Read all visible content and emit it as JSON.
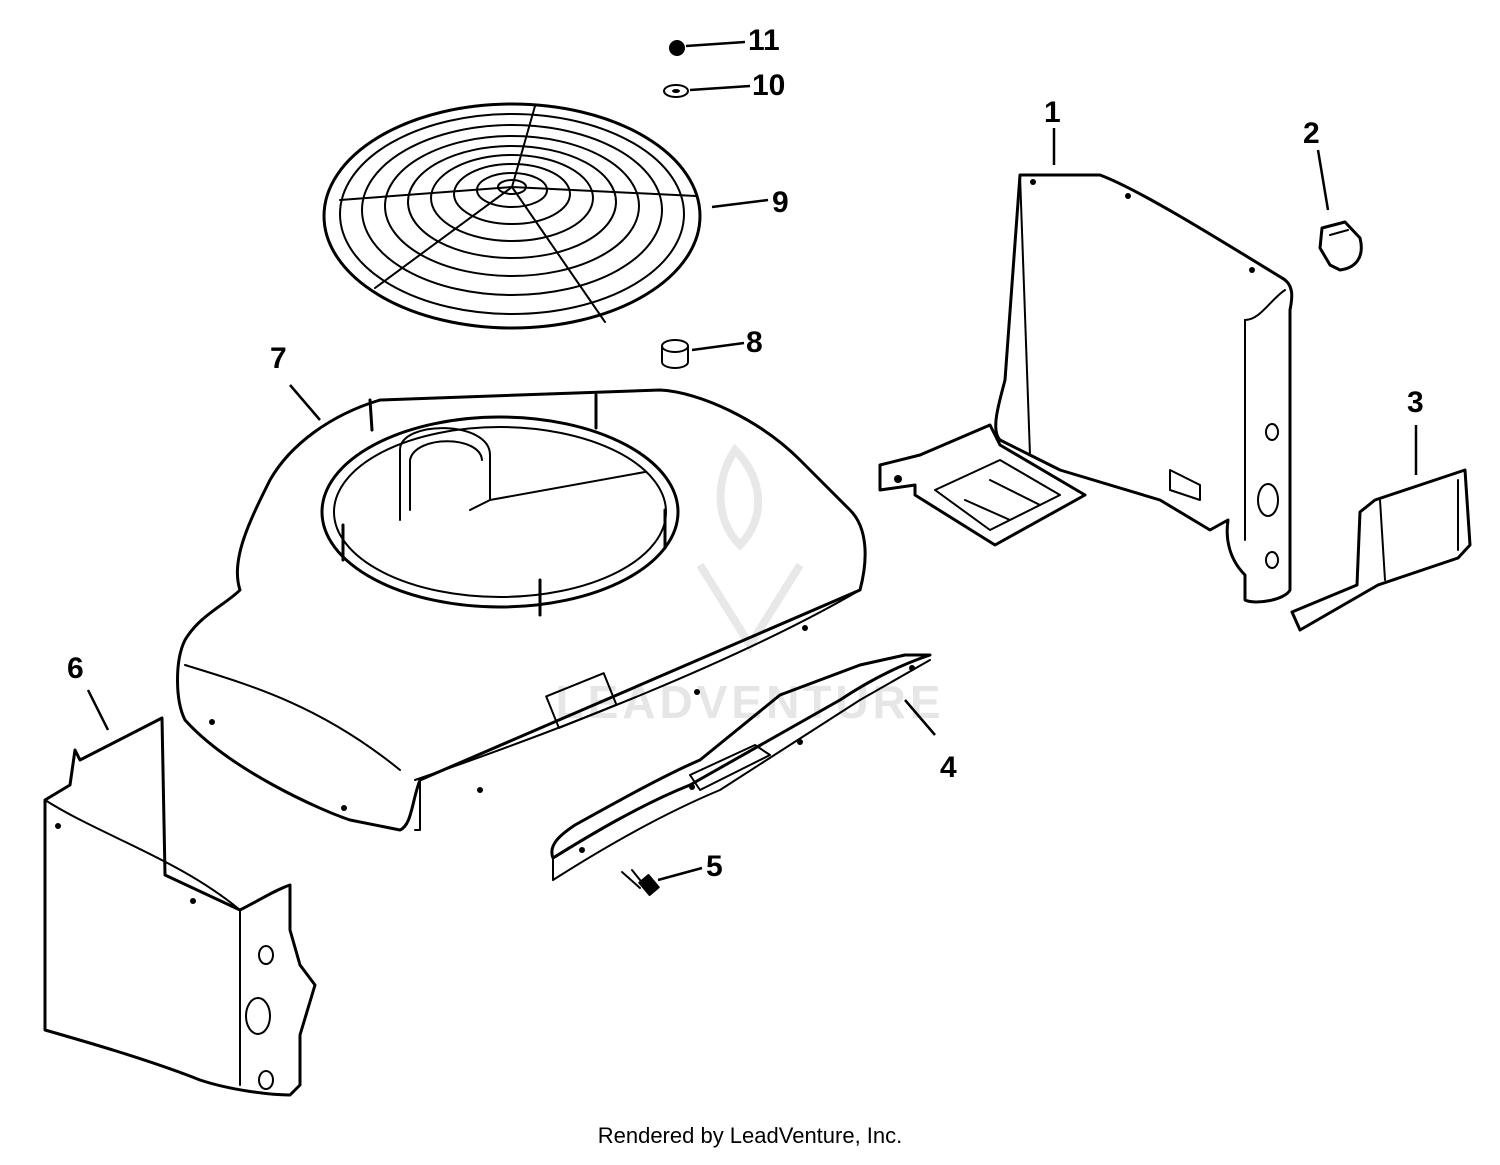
{
  "diagram": {
    "watermark": "LEADVENTURE",
    "callouts": [
      {
        "id": "1",
        "label": "1"
      },
      {
        "id": "2",
        "label": "2"
      },
      {
        "id": "3",
        "label": "3"
      },
      {
        "id": "4",
        "label": "4"
      },
      {
        "id": "5",
        "label": "5"
      },
      {
        "id": "6",
        "label": "6"
      },
      {
        "id": "7",
        "label": "7"
      },
      {
        "id": "8",
        "label": "8"
      },
      {
        "id": "9",
        "label": "9"
      },
      {
        "id": "10",
        "label": "10"
      },
      {
        "id": "11",
        "label": "11"
      }
    ]
  },
  "footer": {
    "credit": "Rendered by LeadVenture, Inc."
  }
}
